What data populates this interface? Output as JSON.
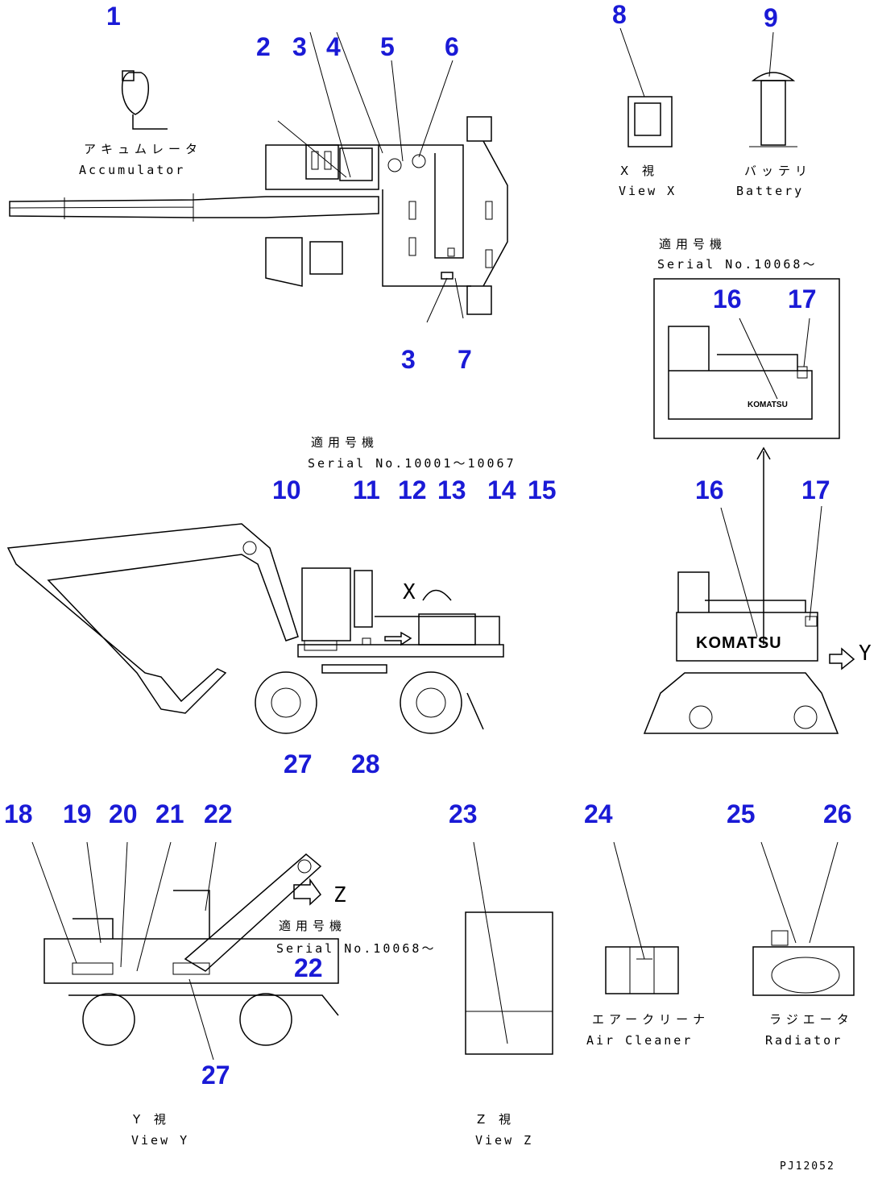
{
  "callouts": [
    {
      "id": "c1",
      "text": "1"
    },
    {
      "id": "c2",
      "text": "2"
    },
    {
      "id": "c3a",
      "text": "3"
    },
    {
      "id": "c4",
      "text": "4"
    },
    {
      "id": "c5",
      "text": "5"
    },
    {
      "id": "c6",
      "text": "6"
    },
    {
      "id": "c3b",
      "text": "3"
    },
    {
      "id": "c7",
      "text": "7"
    },
    {
      "id": "c8",
      "text": "8"
    },
    {
      "id": "c9",
      "text": "9"
    },
    {
      "id": "c16a",
      "text": "16"
    },
    {
      "id": "c17a",
      "text": "17"
    },
    {
      "id": "c10",
      "text": "10"
    },
    {
      "id": "c11",
      "text": "11"
    },
    {
      "id": "c12",
      "text": "12"
    },
    {
      "id": "c13",
      "text": "13"
    },
    {
      "id": "c14",
      "text": "14"
    },
    {
      "id": "c15",
      "text": "15"
    },
    {
      "id": "c16b",
      "text": "16"
    },
    {
      "id": "c17b",
      "text": "17"
    },
    {
      "id": "c27a",
      "text": "27"
    },
    {
      "id": "c28",
      "text": "28"
    },
    {
      "id": "c18",
      "text": "18"
    },
    {
      "id": "c19",
      "text": "19"
    },
    {
      "id": "c20",
      "text": "20"
    },
    {
      "id": "c21",
      "text": "21"
    },
    {
      "id": "c22a",
      "text": "22"
    },
    {
      "id": "c22b",
      "text": "22"
    },
    {
      "id": "c27b",
      "text": "27"
    },
    {
      "id": "c23",
      "text": "23"
    },
    {
      "id": "c24",
      "text": "24"
    },
    {
      "id": "c25",
      "text": "25"
    },
    {
      "id": "c26",
      "text": "26"
    }
  ],
  "captions": {
    "accumulator_jp": "アキュムレータ",
    "accumulator_en": "Accumulator",
    "viewx_jp": "X 視",
    "viewx_en": "View X",
    "battery_jp": "バッテリ",
    "battery_en": "Battery",
    "serial_a_jp": "適用号機",
    "serial_a_en": "Serial No.10068～",
    "serial_b_jp": "適用号機",
    "serial_b_en": "Serial No.10001～10067",
    "serial_c_jp": "適用号機",
    "serial_c_en": "Serial No.10068～",
    "aircleaner_jp": "エアークリーナ",
    "aircleaner_en": "Air Cleaner",
    "radiator_jp": "ラジエータ",
    "radiator_en": "Radiator",
    "viewy_jp": "Y 視",
    "viewy_en": "View Y",
    "viewz_jp": "Z 視",
    "viewz_en": "View Z",
    "arrow_x": "X",
    "arrow_y": "Y",
    "arrow_z": "Z",
    "drawing_code": "PJ12052"
  },
  "brand": {
    "decal_text": "KOMATSU"
  },
  "colors": {
    "callout": "#1a1ad6",
    "line": "#000000"
  }
}
